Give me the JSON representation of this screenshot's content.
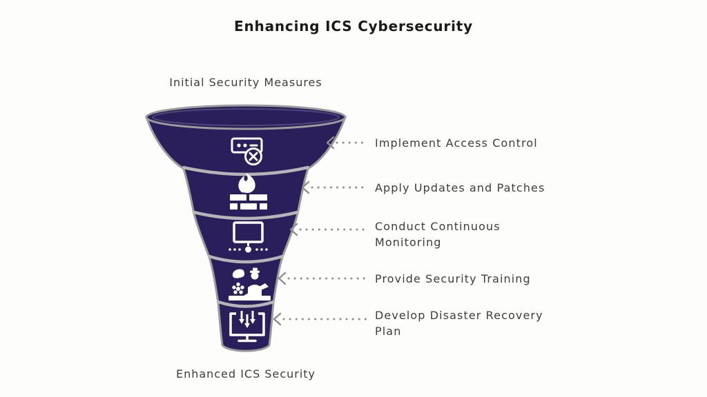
{
  "title": "Enhancing ICS Cybersecurity",
  "theme": {
    "background": "#fdfdfb",
    "funnel_fill": "#2a1e5b",
    "funnel_outline": "#9c9c9c",
    "divider": "#b5b5b5",
    "connector": "#8f8f8f",
    "icon": "#ffffff",
    "title_color": "#1a1a1a",
    "label_color": "#3d3d3d"
  },
  "funnel": {
    "top_label": "Initial Security Measures",
    "bottom_label": "Enhanced ICS Security",
    "stages": [
      {
        "label": "Implement Access Control",
        "icon": "access-control-icon"
      },
      {
        "label": "Apply Updates and Patches",
        "icon": "firewall-icon"
      },
      {
        "label": "Conduct Continuous Monitoring",
        "icon": "network-monitoring-icon"
      },
      {
        "label": "Provide Security Training",
        "icon": "security-training-icon"
      },
      {
        "label": "Develop Disaster Recovery Plan",
        "icon": "disaster-recovery-icon"
      }
    ]
  }
}
